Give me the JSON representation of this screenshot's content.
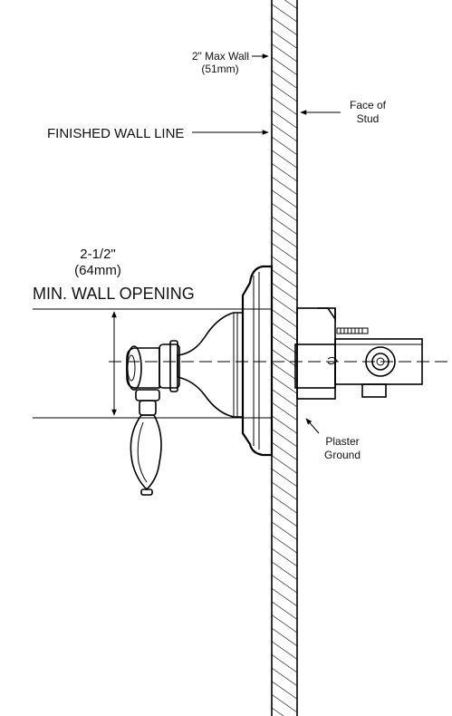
{
  "labels": {
    "max_wall": "2\" Max Wall",
    "max_wall_metric": "(51mm)",
    "face_of_stud_1": "Face of",
    "face_of_stud_2": "Stud",
    "finished_wall_line": "FINISHED WALL LINE",
    "dimension": "2-1/2\"",
    "dimension_metric": "(64mm)",
    "min_wall_opening": "MIN. WALL OPENING",
    "plaster_ground_1": "Plaster",
    "plaster_ground_2": "Ground"
  }
}
